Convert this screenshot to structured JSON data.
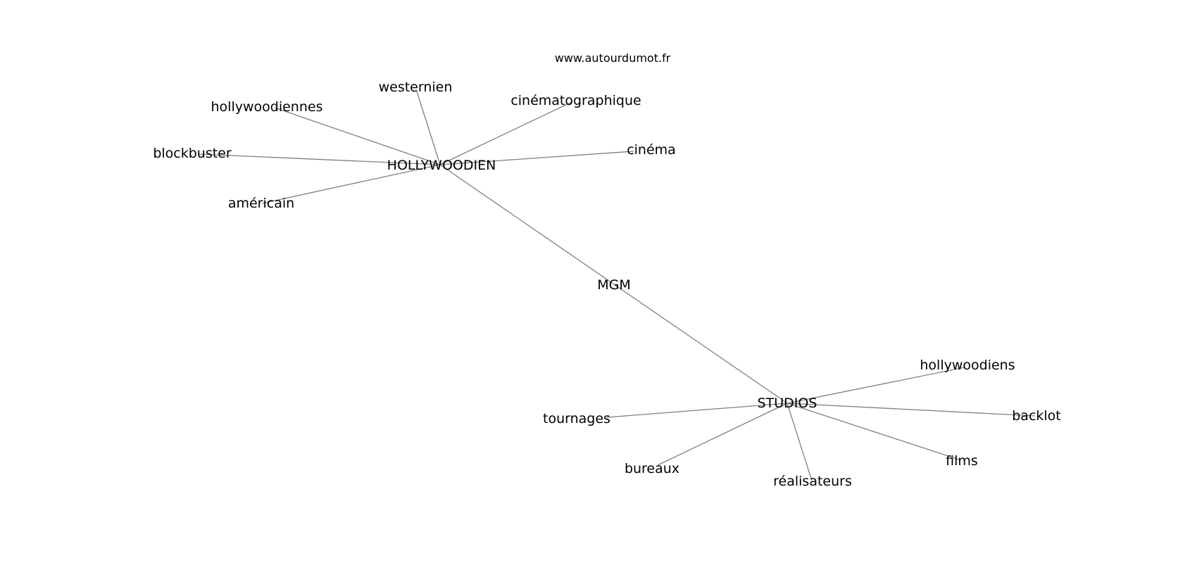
{
  "source": "www.autourdumot.fr",
  "nodes": [
    {
      "id": "hollywoodien",
      "label": "HOLLYWOODIEN"
    },
    {
      "id": "westernien",
      "label": "westernien"
    },
    {
      "id": "hollywoodiennes",
      "label": "hollywoodiennes"
    },
    {
      "id": "cinematographique",
      "label": "cinématographique"
    },
    {
      "id": "blockbuster",
      "label": "blockbuster"
    },
    {
      "id": "cinema",
      "label": "cinéma"
    },
    {
      "id": "americain",
      "label": "américain"
    },
    {
      "id": "mgm",
      "label": "MGM"
    },
    {
      "id": "hollywoodiens",
      "label": "hollywoodiens"
    },
    {
      "id": "studios",
      "label": "STUDIOS"
    },
    {
      "id": "backlot",
      "label": "backlot"
    },
    {
      "id": "tournages",
      "label": "tournages"
    },
    {
      "id": "films",
      "label": "films"
    },
    {
      "id": "bureaux",
      "label": "bureaux"
    },
    {
      "id": "realisateurs",
      "label": "réalisateurs"
    }
  ],
  "edges": [
    [
      "hollywoodien",
      "westernien"
    ],
    [
      "hollywoodien",
      "hollywoodiennes"
    ],
    [
      "hollywoodien",
      "cinematographique"
    ],
    [
      "hollywoodien",
      "blockbuster"
    ],
    [
      "hollywoodien",
      "cinema"
    ],
    [
      "hollywoodien",
      "americain"
    ],
    [
      "hollywoodien",
      "mgm"
    ],
    [
      "mgm",
      "studios"
    ],
    [
      "studios",
      "hollywoodiens"
    ],
    [
      "studios",
      "backlot"
    ],
    [
      "studios",
      "tournages"
    ],
    [
      "studios",
      "films"
    ],
    [
      "studios",
      "bureaux"
    ],
    [
      "studios",
      "realisateurs"
    ]
  ]
}
